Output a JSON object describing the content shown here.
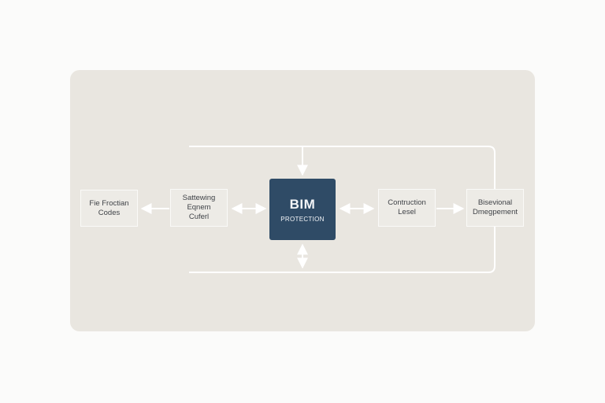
{
  "diagram": {
    "center": {
      "title": "BIM",
      "subtitle": "PROTECTION"
    },
    "nodes": [
      {
        "id": "fire-protection-codes",
        "lines": [
          "Fie Froctian",
          "Codes"
        ]
      },
      {
        "id": "software-data-content",
        "lines": [
          "Sattewing",
          "Eqnem",
          "Cuferl"
        ]
      },
      {
        "id": "construction-level",
        "lines": [
          "Contruction",
          "Lesel"
        ]
      },
      {
        "id": "behavioral-development",
        "lines": [
          "Bisevional",
          "Dmegpement"
        ]
      }
    ]
  },
  "colors": {
    "page_background": "#fbfbfa",
    "panel_background": "#e9e6e0",
    "node_background": "#edebe6",
    "node_border": "#fafaf8",
    "core_fill": "#2f4b66",
    "connector": "#ffffff",
    "text": "#3f4247"
  }
}
